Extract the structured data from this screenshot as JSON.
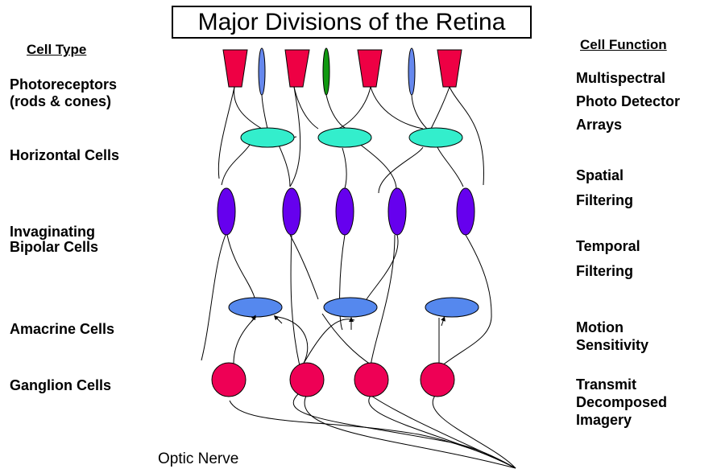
{
  "title": "Major Divisions of the Retina",
  "left_header": "Cell Type",
  "right_header": "Cell Function",
  "cell_types": [
    {
      "line1": "Photoreceptors",
      "line2": "(rods & cones)"
    },
    {
      "line1": "Horizontal Cells",
      "line2": ""
    },
    {
      "line1": "Invaginating",
      "line2": "Bipolar Cells"
    },
    {
      "line1": "Amacrine Cells",
      "line2": ""
    },
    {
      "line1": "Ganglion Cells",
      "line2": ""
    }
  ],
  "cell_functions": [
    {
      "line1": "Multispectral",
      "line2": "Photo Detector",
      "line3": "Arrays"
    },
    {
      "line1": "Spatial",
      "line2": "Filtering",
      "line3": ""
    },
    {
      "line1": "Temporal",
      "line2": "Filtering",
      "line3": ""
    },
    {
      "line1": "Motion",
      "line2": "Sensitivity",
      "line3": ""
    },
    {
      "line1": "Transmit",
      "line2": "Decomposed",
      "line3": "Imagery"
    }
  ],
  "output_label": "Optic Nerve",
  "colors": {
    "cone": "#ee0044",
    "rod_blue": "#6688ee",
    "rod_green": "#119911",
    "horizontal": "#33eecc",
    "bipolar": "#6600ee",
    "amacrine": "#5588ee",
    "ganglion": "#ee0055"
  }
}
